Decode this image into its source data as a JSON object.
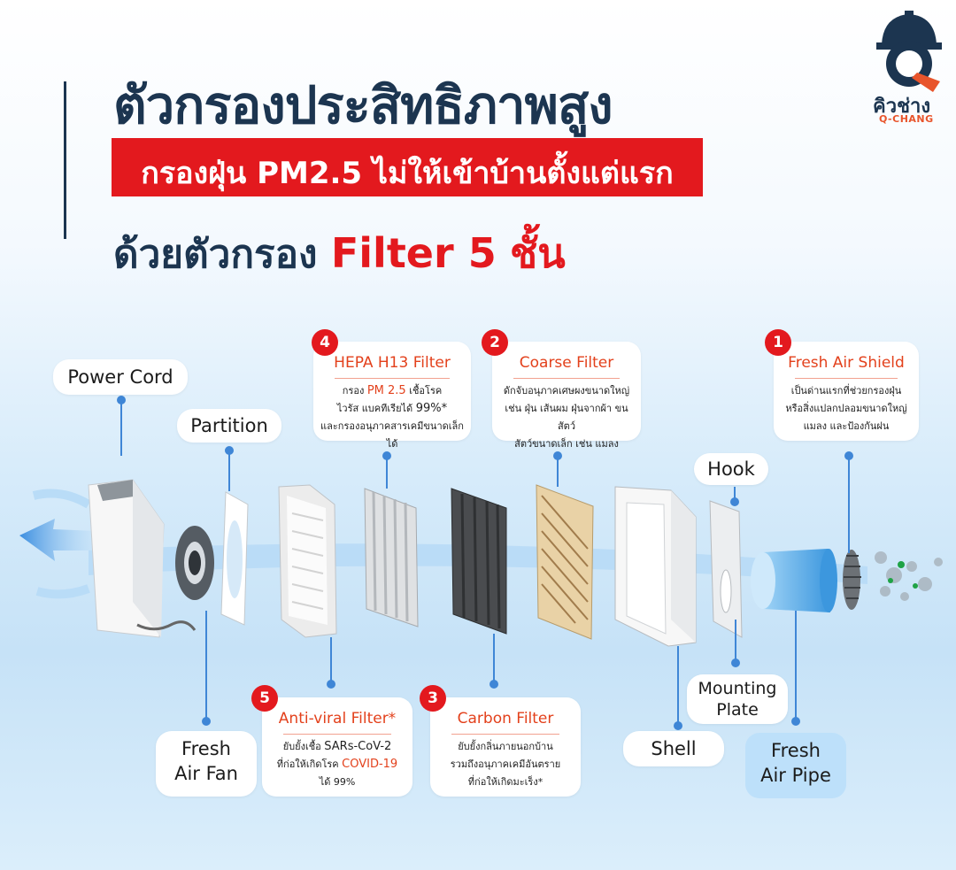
{
  "header": {
    "title": "ตัวกรองประสิทธิภาพสูง",
    "banner": "กรองฝุ่น PM2.5 ไม่ให้เข้าบ้านตั้งแต่แรก",
    "subtitle_prefix": "ด้วยตัวกรอง",
    "subtitle_highlight": "Filter 5",
    "subtitle_suffix": "ชั้น"
  },
  "logo": {
    "thai": "คิวช่าง",
    "english": "Q-CHANG"
  },
  "colors": {
    "navy": "#1c3550",
    "red": "#e3191e",
    "accent": "#e3411c",
    "lead": "#3f86d6",
    "pipe": "#bde0fa"
  },
  "filters": [
    {
      "number": "1",
      "title": "Fresh Air Shield",
      "desc": [
        "เป็นด่านแรกที่ช่วยกรองฝุ่น",
        "หรือสิ่งแปลกปลอมขนาดใหญ่",
        "แมลง และป้องกันฝน"
      ]
    },
    {
      "number": "2",
      "title": "Coarse Filter",
      "desc": [
        "ดักจับอนุภาคเศษผงขนาดใหญ่",
        "เช่น ฝุ่น เส้นผม ฝุ่นจากผ้า ขนสัตว์",
        "สัตว์ขนาดเล็ก เช่น แมลง"
      ]
    },
    {
      "number": "3",
      "title": "Carbon Filter",
      "desc": [
        "ยับยั้งกลิ่นภายนอกบ้าน",
        "รวมถึงอนุภาคเคมีอันตราย",
        "ที่ก่อให้เกิดมะเร็ง*"
      ]
    },
    {
      "number": "4",
      "title": "HEPA H13 Filter",
      "desc1_pre": "กรอง",
      "desc1_hl": "PM 2.5",
      "desc1_post": " เชื้อโรค",
      "desc2_pre": "ไวรัส แบคทีเรียได้ ",
      "desc2_hl": "99%*",
      "desc3": "และกรองอนุภาคสารเคมีขนาดเล็กได้"
    },
    {
      "number": "5",
      "title": "Anti-viral Filter*",
      "desc1_pre": "ยับยั้งเชื้อ ",
      "desc1_hl": "SARs-CoV-2",
      "desc2_pre": "ที่ก่อให้เกิดโรค ",
      "desc2_hl": "COVID-19",
      "desc3": "ได้ 99%"
    }
  ],
  "parts": {
    "power_cord": "Power Cord",
    "partition": "Partition",
    "hook": "Hook",
    "fresh_air_fan_1": "Fresh",
    "fresh_air_fan_2": "Air Fan",
    "mounting_plate_1": "Mounting",
    "mounting_plate_2": "Plate",
    "shell": "Shell",
    "fresh_air_pipe_1": "Fresh",
    "fresh_air_pipe_2": "Air Pipe"
  }
}
